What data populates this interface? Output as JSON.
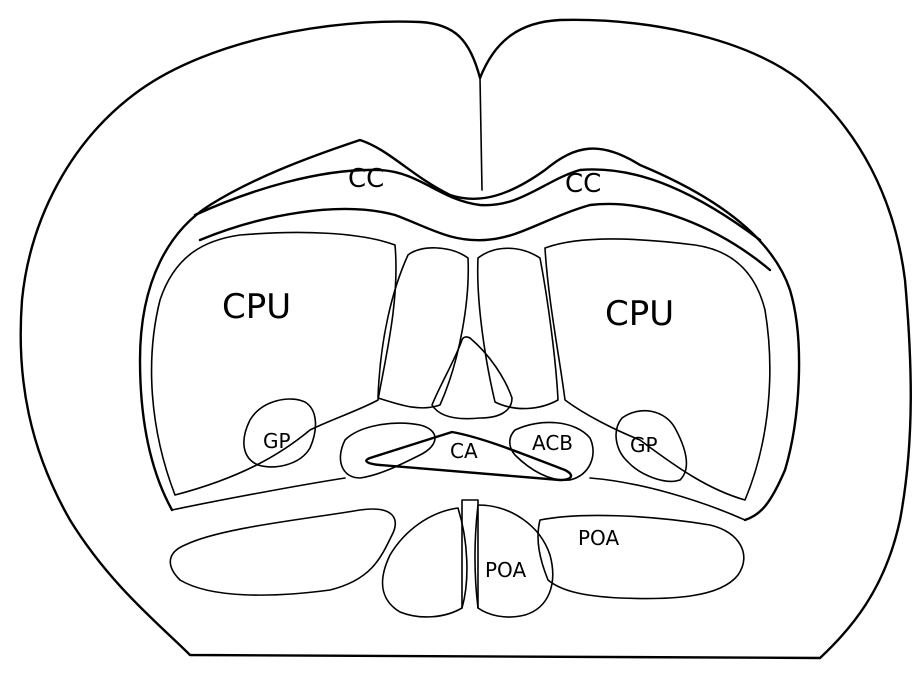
{
  "labels": {
    "cc_left": "CC",
    "cc_right": "CC",
    "cpu_left": "CPU",
    "cpu_right": "CPU",
    "gp_left": "GP",
    "gp_right": "GP",
    "ca": "CA",
    "acb": "ACB",
    "poa_center": "POA",
    "poa_right": "POA"
  }
}
